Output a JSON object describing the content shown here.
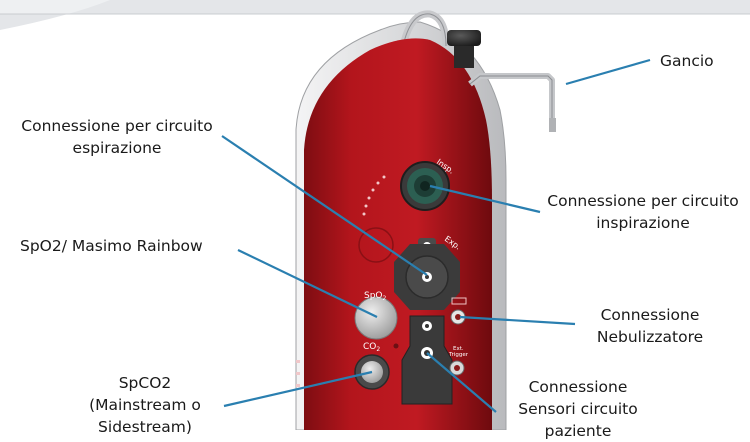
{
  "labels": {
    "gancio": "Gancio",
    "espirazione": [
      "Connessione per circuito",
      "espirazione"
    ],
    "inspirazione": [
      "Connessione per circuito",
      "inspirazione"
    ],
    "spo2": "SpO2/ Masimo Rainbow",
    "nebulizzatore": [
      "Connessione",
      "Nebulizzatore"
    ],
    "spco2": [
      "SpCO2",
      "(Mainstream o",
      "Sidestream)"
    ],
    "sensori": [
      "Connessione",
      "Sensori circuito",
      "paziente"
    ]
  },
  "device_marks": {
    "insp": "Insp.",
    "exp": "Exp.",
    "spo2": "SpO",
    "spo2_sub": "2",
    "co2": "CO",
    "co2_sub": "2",
    "ext": "Ext.",
    "trigger": "Trigger"
  },
  "colors": {
    "device_red": "#b3151c",
    "device_dark": "#7a0c10",
    "leader_line": "#2a7fb0",
    "connector_grey": "#444444",
    "shell_grey": "#d8d9db"
  }
}
